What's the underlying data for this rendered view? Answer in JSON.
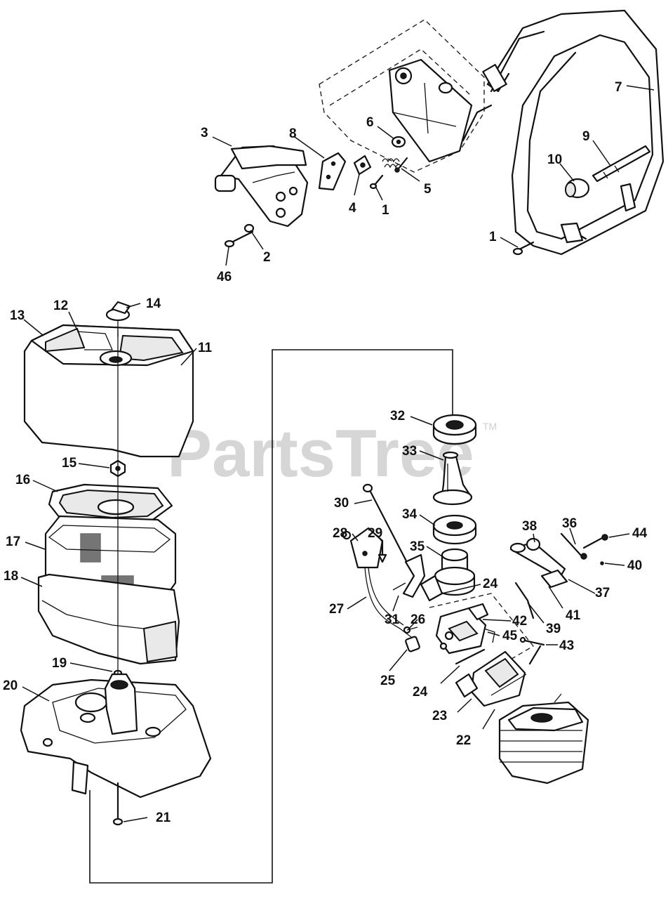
{
  "watermark": {
    "text": "PartsTree",
    "tm": "TM"
  },
  "labels": {
    "l1a": "1",
    "l1b": "1",
    "l2": "2",
    "l3": "3",
    "l4": "4",
    "l5": "5",
    "l6": "6",
    "l7": "7",
    "l8": "8",
    "l9": "9",
    "l10": "10",
    "l11": "11",
    "l12": "12",
    "l13": "13",
    "l14": "14",
    "l15": "15",
    "l16": "16",
    "l17": "17",
    "l18": "18",
    "l19": "19",
    "l20": "20",
    "l21": "21",
    "l22": "22",
    "l23": "23",
    "l24a": "24",
    "l24b": "24",
    "l25": "25",
    "l26": "26",
    "l27": "27",
    "l28": "28",
    "l29": "29",
    "l30": "30",
    "l31": "31",
    "l32": "32",
    "l33": "33",
    "l34": "34",
    "l35": "35",
    "l36": "36",
    "l37": "37",
    "l38": "38",
    "l39": "39",
    "l40": "40",
    "l41": "41",
    "l42": "42",
    "l43": "43",
    "l44": "44",
    "l45": "45",
    "l46": "46"
  }
}
